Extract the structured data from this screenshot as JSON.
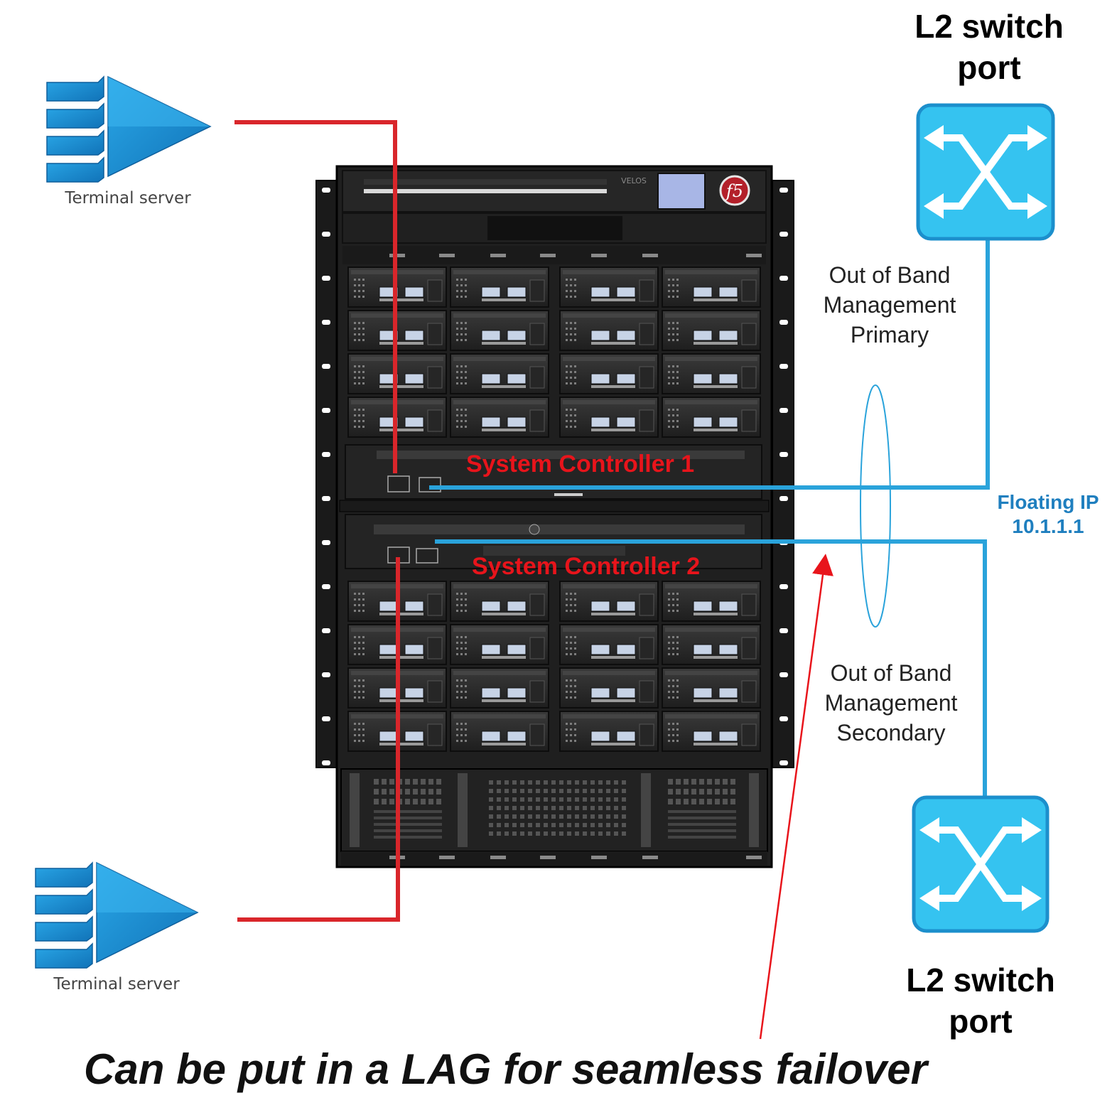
{
  "labels": {
    "switch_top_line1": "L2 switch",
    "switch_top_line2": "port",
    "switch_bottom_line1": "L2 switch",
    "switch_bottom_line2": "port",
    "oob_primary_line1": "Out of Band",
    "oob_primary_line2": "Management",
    "oob_primary_line3": "Primary",
    "oob_secondary_line1": "Out of Band",
    "oob_secondary_line2": "Management",
    "oob_secondary_line3": "Secondary",
    "terminal_server_top": "Terminal server",
    "terminal_server_bottom": "Terminal server",
    "controller_1": "System Controller 1",
    "controller_2": "System Controller 2",
    "floating_ip_line1": "Floating IP",
    "floating_ip_line2": "10.1.1.1",
    "caption": "Can be put in a LAG for seamless failover",
    "chassis_brand": "VELOS",
    "chassis_logo": "f5"
  },
  "colors": {
    "console_cable": "#d9262b",
    "mgmt_cable": "#2aa3db",
    "switch_fill": "#35c3f0",
    "switch_border": "#1c8fcc",
    "lag_ellipse": "#2aa3db",
    "chassis_body": "#1c1c1c",
    "blade_face": "#2b2b2b",
    "server_icon": "#1a8fd6"
  },
  "icons": {
    "terminal_server": "terminal-server-icon",
    "switch": "l2-switch-icon",
    "chassis": "velos-chassis-icon"
  }
}
